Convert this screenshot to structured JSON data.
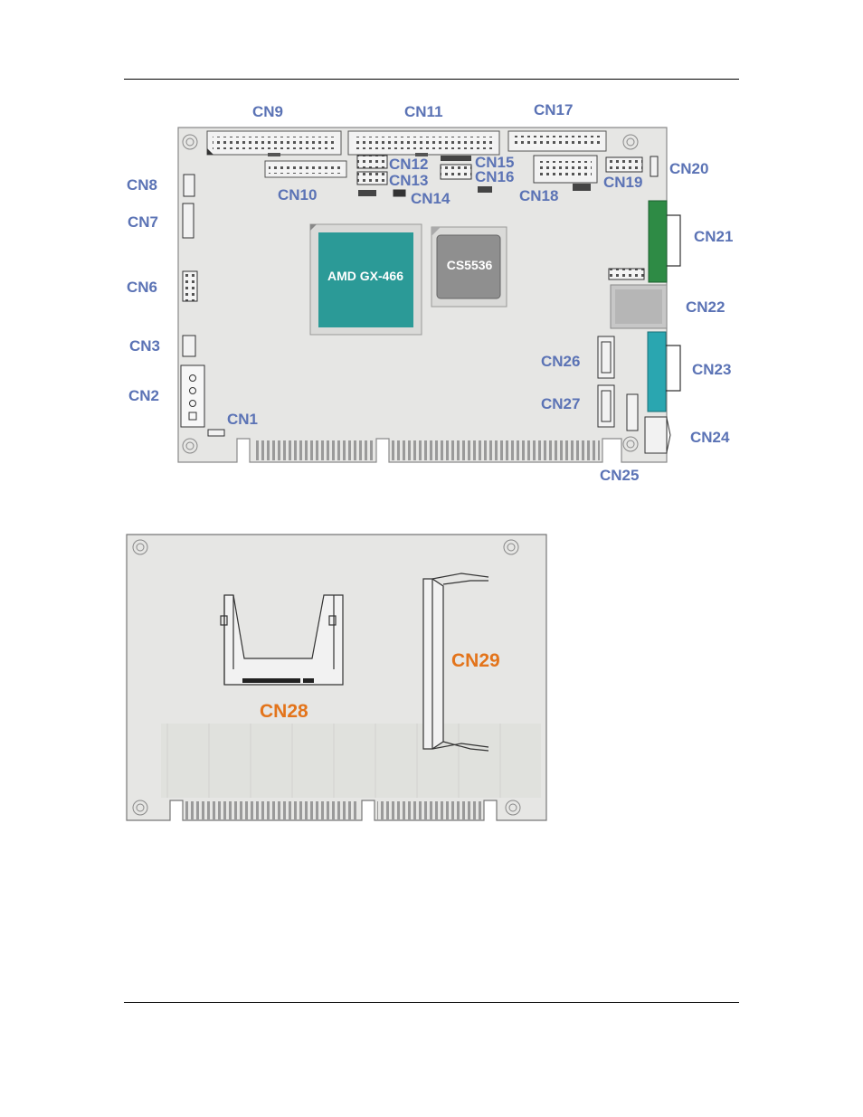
{
  "top_board": {
    "labels": {
      "cn1": "CN1",
      "cn2": "CN2",
      "cn3": "CN3",
      "cn6": "CN6",
      "cn7": "CN7",
      "cn8": "CN8",
      "cn9": "CN9",
      "cn10": "CN10",
      "cn11": "CN11",
      "cn12": "CN12",
      "cn13": "CN13",
      "cn14": "CN14",
      "cn15": "CN15",
      "cn16": "CN16",
      "cn17": "CN17",
      "cn18": "CN18",
      "cn19": "CN19",
      "cn20": "CN20",
      "cn21": "CN21",
      "cn22": "CN22",
      "cn23": "CN23",
      "cn24": "CN24",
      "cn25": "CN25",
      "cn26": "CN26",
      "cn27": "CN27"
    },
    "cpu_label": "AMD GX-466",
    "chipset_label": "CS5536"
  },
  "bottom_board": {
    "labels": {
      "cn28": "CN28",
      "cn29": "CN29"
    }
  },
  "colors": {
    "label_blue": "#5b73b5",
    "label_orange": "#e3741b",
    "board": "#e6e6e4",
    "cpu": "#2b9a97",
    "chipset": "#8f8f8f",
    "vga_green": "#2e8b45",
    "serial_cyan": "#2aa6b0"
  }
}
